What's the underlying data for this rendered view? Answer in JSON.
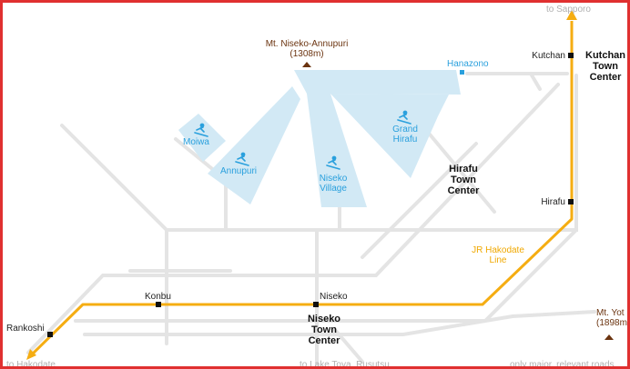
{
  "mountain": {
    "name": "Mt. Niseko-Annupuri",
    "elevation": "(1308m)"
  },
  "mountain2": {
    "name": "Mt. Yot",
    "elevation": "(1898m"
  },
  "resorts": {
    "hanazono": "Hanazono",
    "moiwa": "Moiwa",
    "annupuri": "Annupuri",
    "niseko_village": [
      "Niseko",
      "Village"
    ],
    "grand_hirafu": [
      "Grand",
      "Hirafu"
    ]
  },
  "towns": {
    "kutchan": [
      "Kutchan",
      "Town",
      "Center"
    ],
    "hirafu": [
      "Hirafu",
      "Town",
      "Center"
    ],
    "niseko": [
      "Niseko",
      "Town",
      "Center"
    ]
  },
  "stations": {
    "kutchan": "Kutchan",
    "hirafu": "Hirafu",
    "niseko": "Niseko",
    "konbu": "Konbu",
    "rankoshi": "Rankoshi"
  },
  "rail_line": [
    "JR Hakodate",
    "Line"
  ],
  "directions": {
    "sapporo": "to Sapporo",
    "hakodate": "to Hakodate",
    "lake_toya": "to Lake Toya, Rusutsu"
  },
  "note": "only major, relevant roads",
  "colors": {
    "rail": "#f5ad12",
    "road": "#e6e6e6",
    "ski_area": "#d2e9f5",
    "resort_text": "#2aa0dd",
    "border": "#e03030"
  }
}
